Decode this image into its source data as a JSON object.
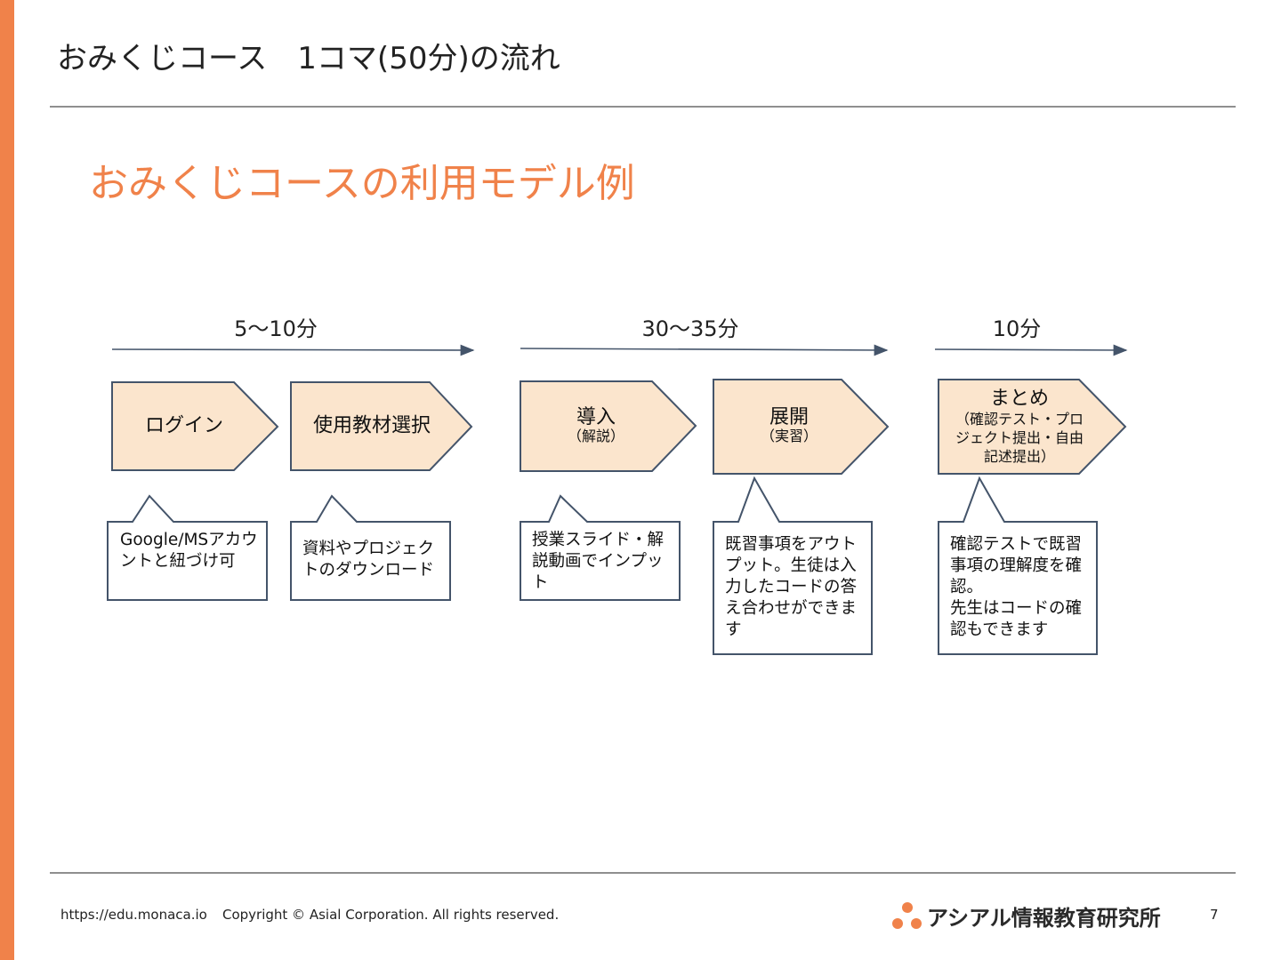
{
  "header": {
    "title": "おみくじコース　1コマ(50分)の流れ"
  },
  "subtitle": "おみくじコースの利用モデル例",
  "phases": [
    {
      "duration": "5〜10分"
    },
    {
      "duration": "30〜35分"
    },
    {
      "duration": "10分"
    }
  ],
  "steps": [
    {
      "label": "ログイン",
      "sub": "",
      "note": "Google/MSアカウントと紐づけ可"
    },
    {
      "label": "使用教材選択",
      "sub": "",
      "note": "資料やプロジェクトのダウンロード"
    },
    {
      "label": "導入",
      "sub": "（解説）",
      "note": "授業スライド・解説動画でインプット"
    },
    {
      "label": "展開",
      "sub": "（実習）",
      "note": "既習事項をアウトプット。生徒は入力したコードの答え合わせができます"
    },
    {
      "label": "まとめ",
      "sub": "（確認テスト・プロジェクト提出・自由記述提出）",
      "note": "確認テストで既習事項の理解度を確認。\n先生はコードの確認もできます"
    }
  ],
  "footer": {
    "url": "https://edu.monaca.io",
    "copyright": "Copyright © Asial Corporation. All rights reserved.",
    "logo_text": "アシアル情報教育研究所",
    "page_number": "7"
  },
  "colors": {
    "accent": "#f0824a",
    "step_fill": "#fbe5cd",
    "step_stroke": "#44546a",
    "rule": "#8f8f8f"
  }
}
